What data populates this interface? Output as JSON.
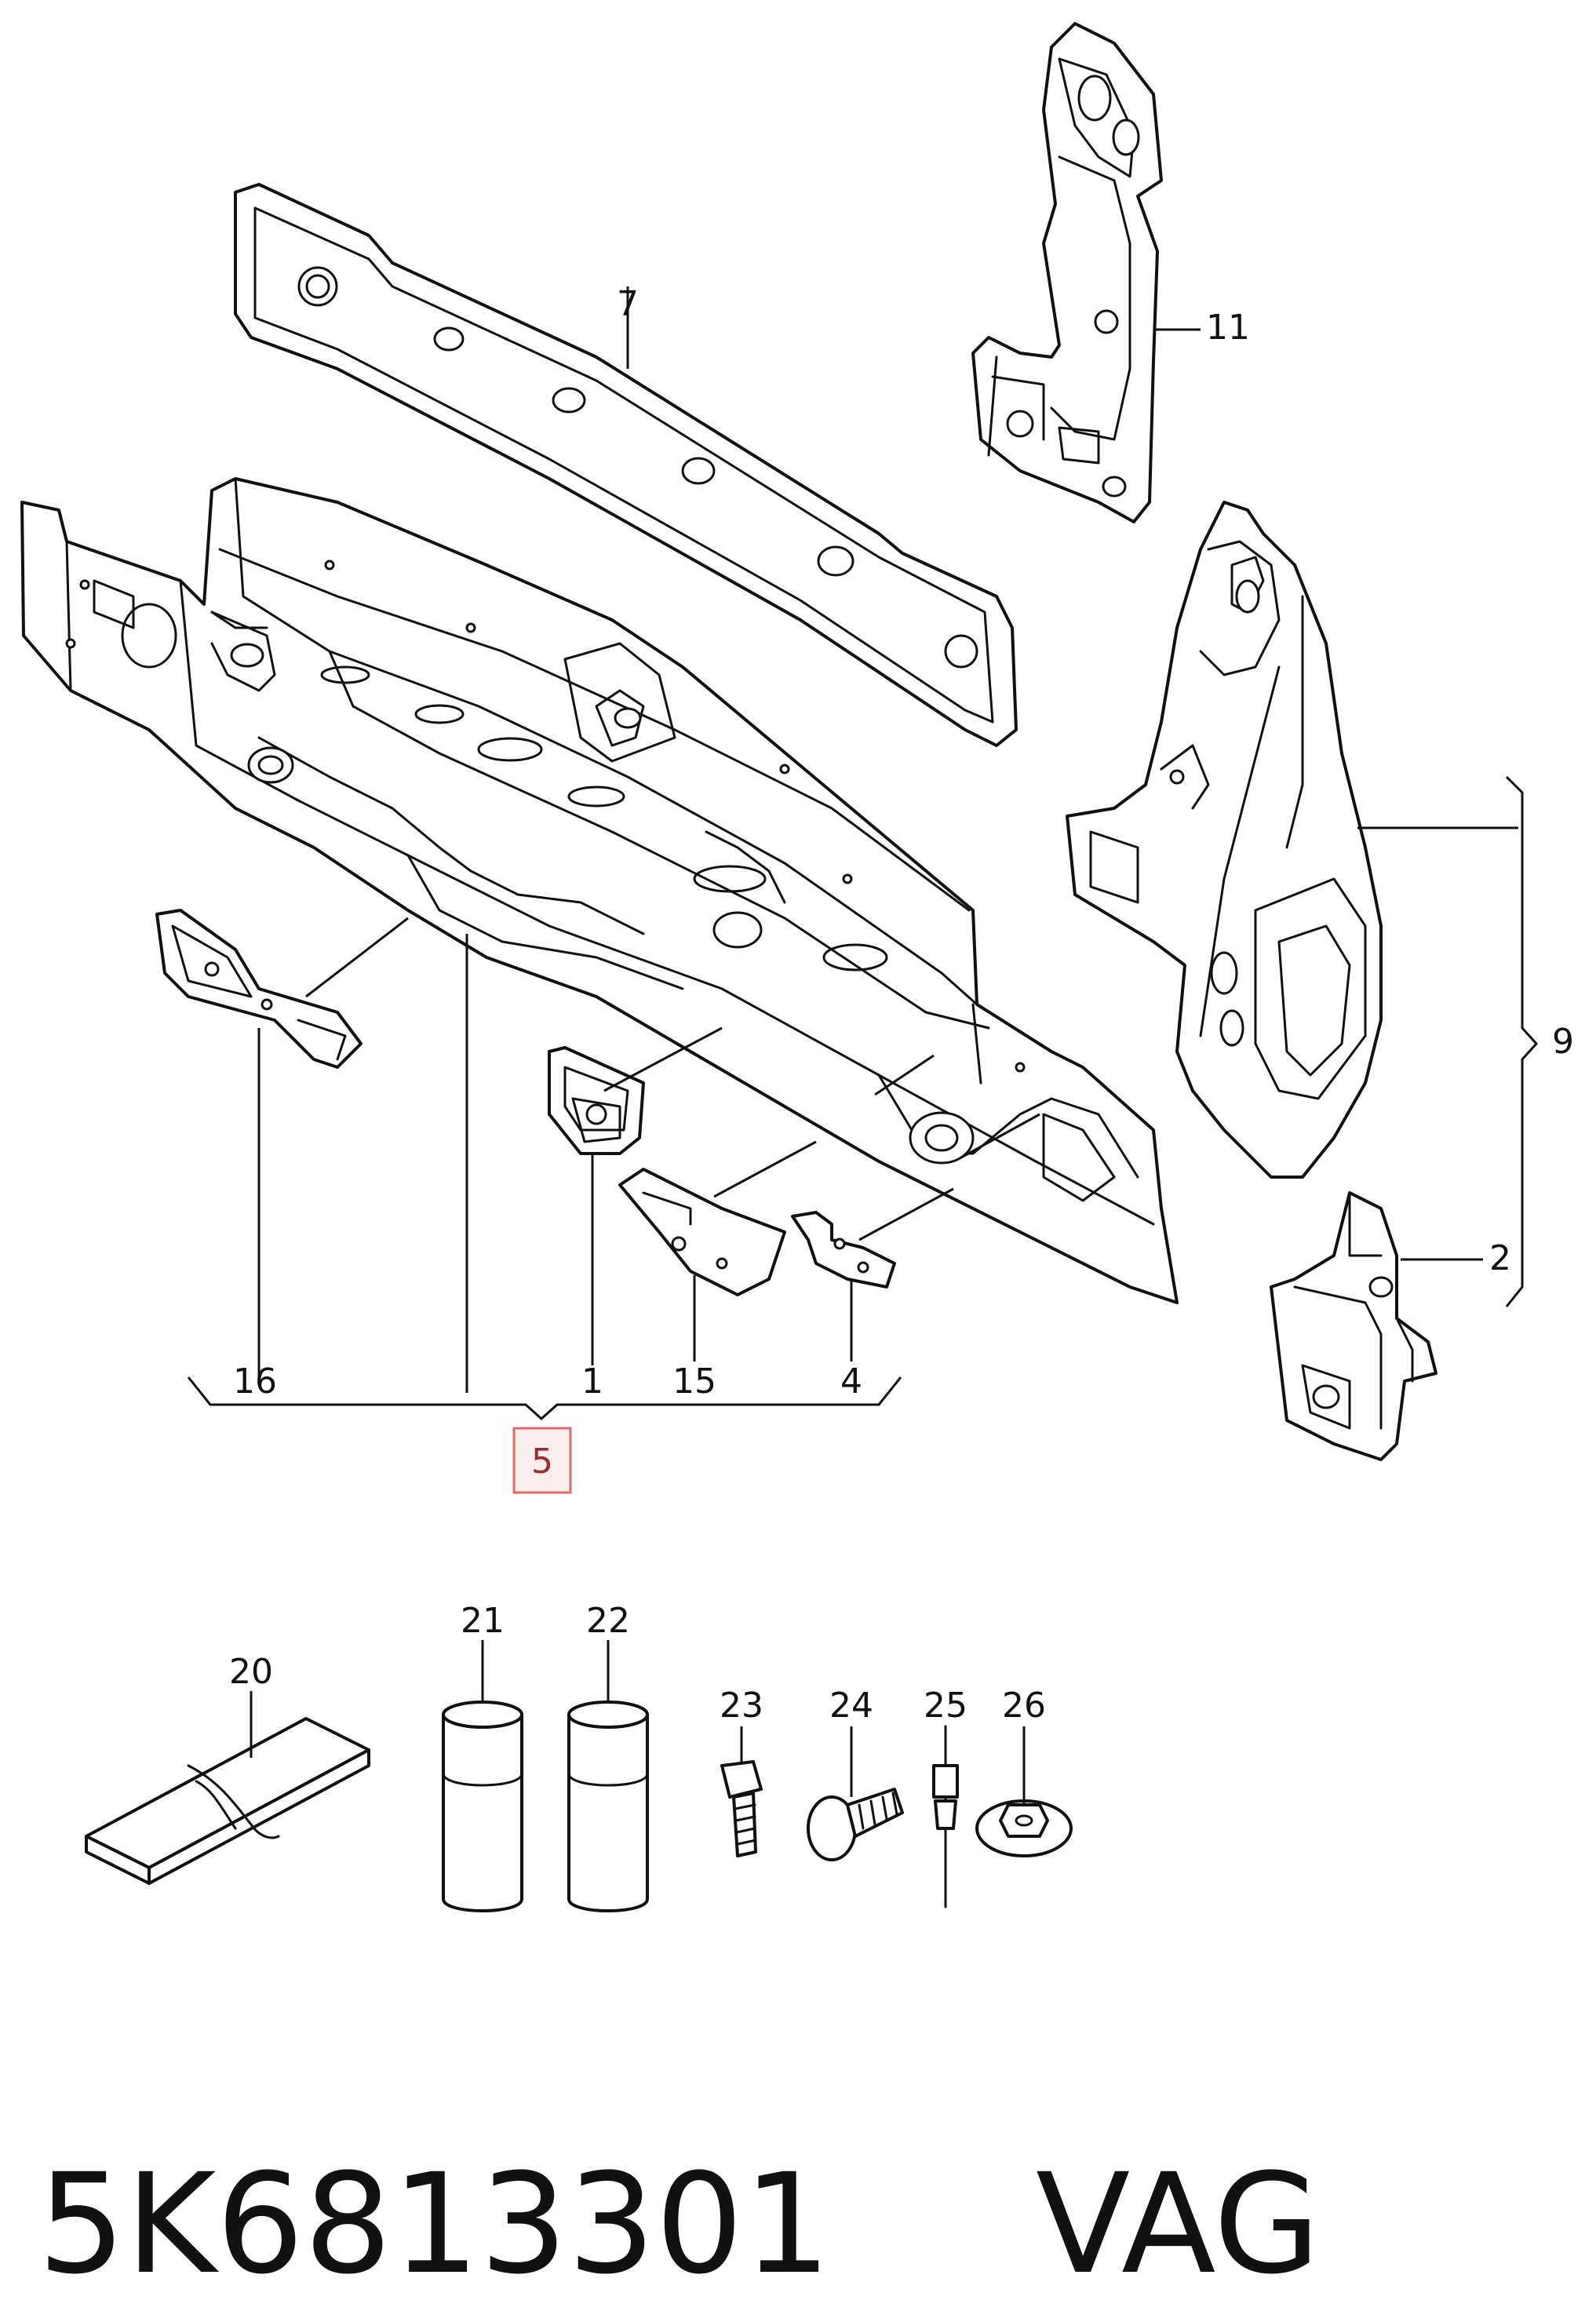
{
  "callouts": {
    "c1": "1",
    "c2": "2",
    "c4": "4",
    "c5": "5",
    "c7": "7",
    "c9": "9",
    "c11": "11",
    "c15": "15",
    "c16": "16",
    "c20": "20",
    "c21": "21",
    "c22": "22",
    "c23": "23",
    "c24": "24",
    "c25": "25",
    "c26": "26"
  },
  "highlight": {
    "callout": "5",
    "color": "#e06b6b"
  },
  "footer": {
    "part_number": "5K6813301",
    "brand": "VAG"
  }
}
